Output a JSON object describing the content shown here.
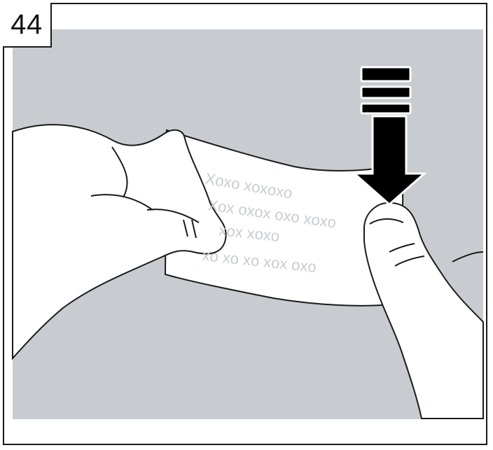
{
  "step": {
    "number": "44"
  },
  "label_lines": [
    "Xoxo xoxoxo",
    "Xox oxox oxo xoxo",
    "xox xoxo",
    "xo xo xo xox oxo"
  ],
  "colors": {
    "background_panel": "#c8ccd0",
    "frame_border": "#1a1a1a",
    "skin": "#ffffff",
    "arrow": "#000000",
    "label_text": "#c8ccd2"
  },
  "icons": {
    "arrow": "down-arrow-icon"
  }
}
